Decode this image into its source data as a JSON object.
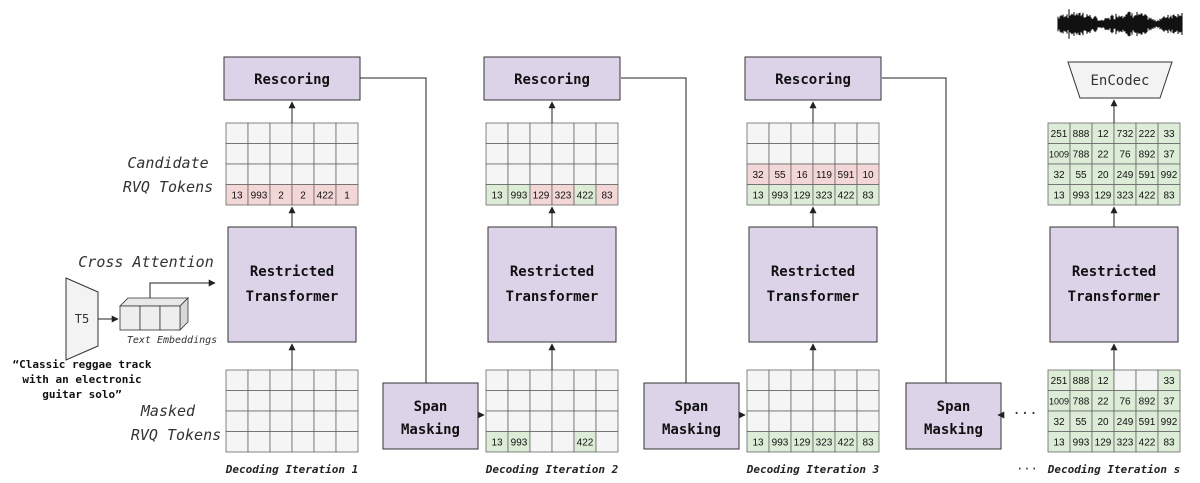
{
  "colors": {
    "box_fill": "#dcd3e8",
    "cell_empty": "#f5f5f5",
    "cell_green": "#dcecd6",
    "cell_red": "#f3d6d6",
    "line": "#222222",
    "grid_line": "#666666"
  },
  "labels": {
    "rescoring": "Rescoring",
    "restricted_1": "Restricted",
    "restricted_2": "Transformer",
    "span_1": "Span",
    "span_2": "Masking",
    "candidate_1": "Candidate",
    "candidate_2": "RVQ Tokens",
    "masked_1": "Masked",
    "masked_2": "RVQ Tokens",
    "cross_attention": "Cross Attention",
    "t5": "T5",
    "text_embeddings": "Text Embeddings",
    "encodec": "EnCodec",
    "ellipsis": "···",
    "ellipsis_bottom": "···"
  },
  "prompt": [
    "“Classic reggae track",
    "with an electronic",
    "guitar solo”"
  ],
  "iterations": [
    {
      "label": "Decoding Iteration 1",
      "input": [
        [
          "",
          "",
          "",
          "",
          "",
          ""
        ],
        [
          "",
          "",
          "",
          "",
          "",
          ""
        ],
        [
          "",
          "",
          "",
          "",
          "",
          ""
        ],
        [
          "",
          "",
          "",
          "",
          "",
          ""
        ]
      ],
      "input_colors": [
        [
          "e",
          "e",
          "e",
          "e",
          "e",
          "e"
        ],
        [
          "e",
          "e",
          "e",
          "e",
          "e",
          "e"
        ],
        [
          "e",
          "e",
          "e",
          "e",
          "e",
          "e"
        ],
        [
          "e",
          "e",
          "e",
          "e",
          "e",
          "e"
        ]
      ],
      "output": [
        [
          "",
          "",
          "",
          "",
          "",
          ""
        ],
        [
          "",
          "",
          "",
          "",
          "",
          ""
        ],
        [
          "",
          "",
          "",
          "",
          "",
          ""
        ],
        [
          "13",
          "993",
          "2",
          "2",
          "422",
          "1"
        ]
      ],
      "output_colors": [
        [
          "e",
          "e",
          "e",
          "e",
          "e",
          "e"
        ],
        [
          "e",
          "e",
          "e",
          "e",
          "e",
          "e"
        ],
        [
          "e",
          "e",
          "e",
          "e",
          "e",
          "e"
        ],
        [
          "r",
          "r",
          "r",
          "r",
          "r",
          "r"
        ]
      ]
    },
    {
      "label": "Decoding Iteration 2",
      "input": [
        [
          "",
          "",
          "",
          "",
          "",
          ""
        ],
        [
          "",
          "",
          "",
          "",
          "",
          ""
        ],
        [
          "",
          "",
          "",
          "",
          "",
          ""
        ],
        [
          "13",
          "993",
          "",
          "",
          "422",
          ""
        ]
      ],
      "input_colors": [
        [
          "e",
          "e",
          "e",
          "e",
          "e",
          "e"
        ],
        [
          "e",
          "e",
          "e",
          "e",
          "e",
          "e"
        ],
        [
          "e",
          "e",
          "e",
          "e",
          "e",
          "e"
        ],
        [
          "g",
          "g",
          "e",
          "e",
          "g",
          "e"
        ]
      ],
      "output": [
        [
          "",
          "",
          "",
          "",
          "",
          ""
        ],
        [
          "",
          "",
          "",
          "",
          "",
          ""
        ],
        [
          "",
          "",
          "",
          "",
          "",
          ""
        ],
        [
          "13",
          "993",
          "129",
          "323",
          "422",
          "83"
        ]
      ],
      "output_colors": [
        [
          "e",
          "e",
          "e",
          "e",
          "e",
          "e"
        ],
        [
          "e",
          "e",
          "e",
          "e",
          "e",
          "e"
        ],
        [
          "e",
          "e",
          "e",
          "e",
          "e",
          "e"
        ],
        [
          "g",
          "g",
          "r",
          "r",
          "g",
          "r"
        ]
      ]
    },
    {
      "label": "Decoding Iteration 3",
      "input": [
        [
          "",
          "",
          "",
          "",
          "",
          ""
        ],
        [
          "",
          "",
          "",
          "",
          "",
          ""
        ],
        [
          "",
          "",
          "",
          "",
          "",
          ""
        ],
        [
          "13",
          "993",
          "129",
          "323",
          "422",
          "83"
        ]
      ],
      "input_colors": [
        [
          "e",
          "e",
          "e",
          "e",
          "e",
          "e"
        ],
        [
          "e",
          "e",
          "e",
          "e",
          "e",
          "e"
        ],
        [
          "e",
          "e",
          "e",
          "e",
          "e",
          "e"
        ],
        [
          "g",
          "g",
          "g",
          "g",
          "g",
          "g"
        ]
      ],
      "output": [
        [
          "",
          "",
          "",
          "",
          "",
          ""
        ],
        [
          "",
          "",
          "",
          "",
          "",
          ""
        ],
        [
          "32",
          "55",
          "16",
          "119",
          "591",
          "10"
        ],
        [
          "13",
          "993",
          "129",
          "323",
          "422",
          "83"
        ]
      ],
      "output_colors": [
        [
          "e",
          "e",
          "e",
          "e",
          "e",
          "e"
        ],
        [
          "e",
          "e",
          "e",
          "e",
          "e",
          "e"
        ],
        [
          "r",
          "r",
          "r",
          "r",
          "r",
          "r"
        ],
        [
          "g",
          "g",
          "g",
          "g",
          "g",
          "g"
        ]
      ]
    },
    {
      "label": "Decoding Iteration s",
      "input": [
        [
          "251",
          "888",
          "12",
          "",
          "",
          "33"
        ],
        [
          "1009",
          "788",
          "22",
          "76",
          "892",
          "37"
        ],
        [
          "32",
          "55",
          "20",
          "249",
          "591",
          "992"
        ],
        [
          "13",
          "993",
          "129",
          "323",
          "422",
          "83"
        ]
      ],
      "input_colors": [
        [
          "g",
          "g",
          "g",
          "e",
          "e",
          "g"
        ],
        [
          "g",
          "g",
          "g",
          "g",
          "g",
          "g"
        ],
        [
          "g",
          "g",
          "g",
          "g",
          "g",
          "g"
        ],
        [
          "g",
          "g",
          "g",
          "g",
          "g",
          "g"
        ]
      ],
      "output": [
        [
          "251",
          "888",
          "12",
          "732",
          "222",
          "33"
        ],
        [
          "1009",
          "788",
          "22",
          "76",
          "892",
          "37"
        ],
        [
          "32",
          "55",
          "20",
          "249",
          "591",
          "992"
        ],
        [
          "13",
          "993",
          "129",
          "323",
          "422",
          "83"
        ]
      ],
      "output_colors": [
        [
          "g",
          "g",
          "g",
          "g",
          "g",
          "g"
        ],
        [
          "g",
          "g",
          "g",
          "g",
          "g",
          "g"
        ],
        [
          "g",
          "g",
          "g",
          "g",
          "g",
          "g"
        ],
        [
          "g",
          "g",
          "g",
          "g",
          "g",
          "g"
        ]
      ]
    }
  ]
}
